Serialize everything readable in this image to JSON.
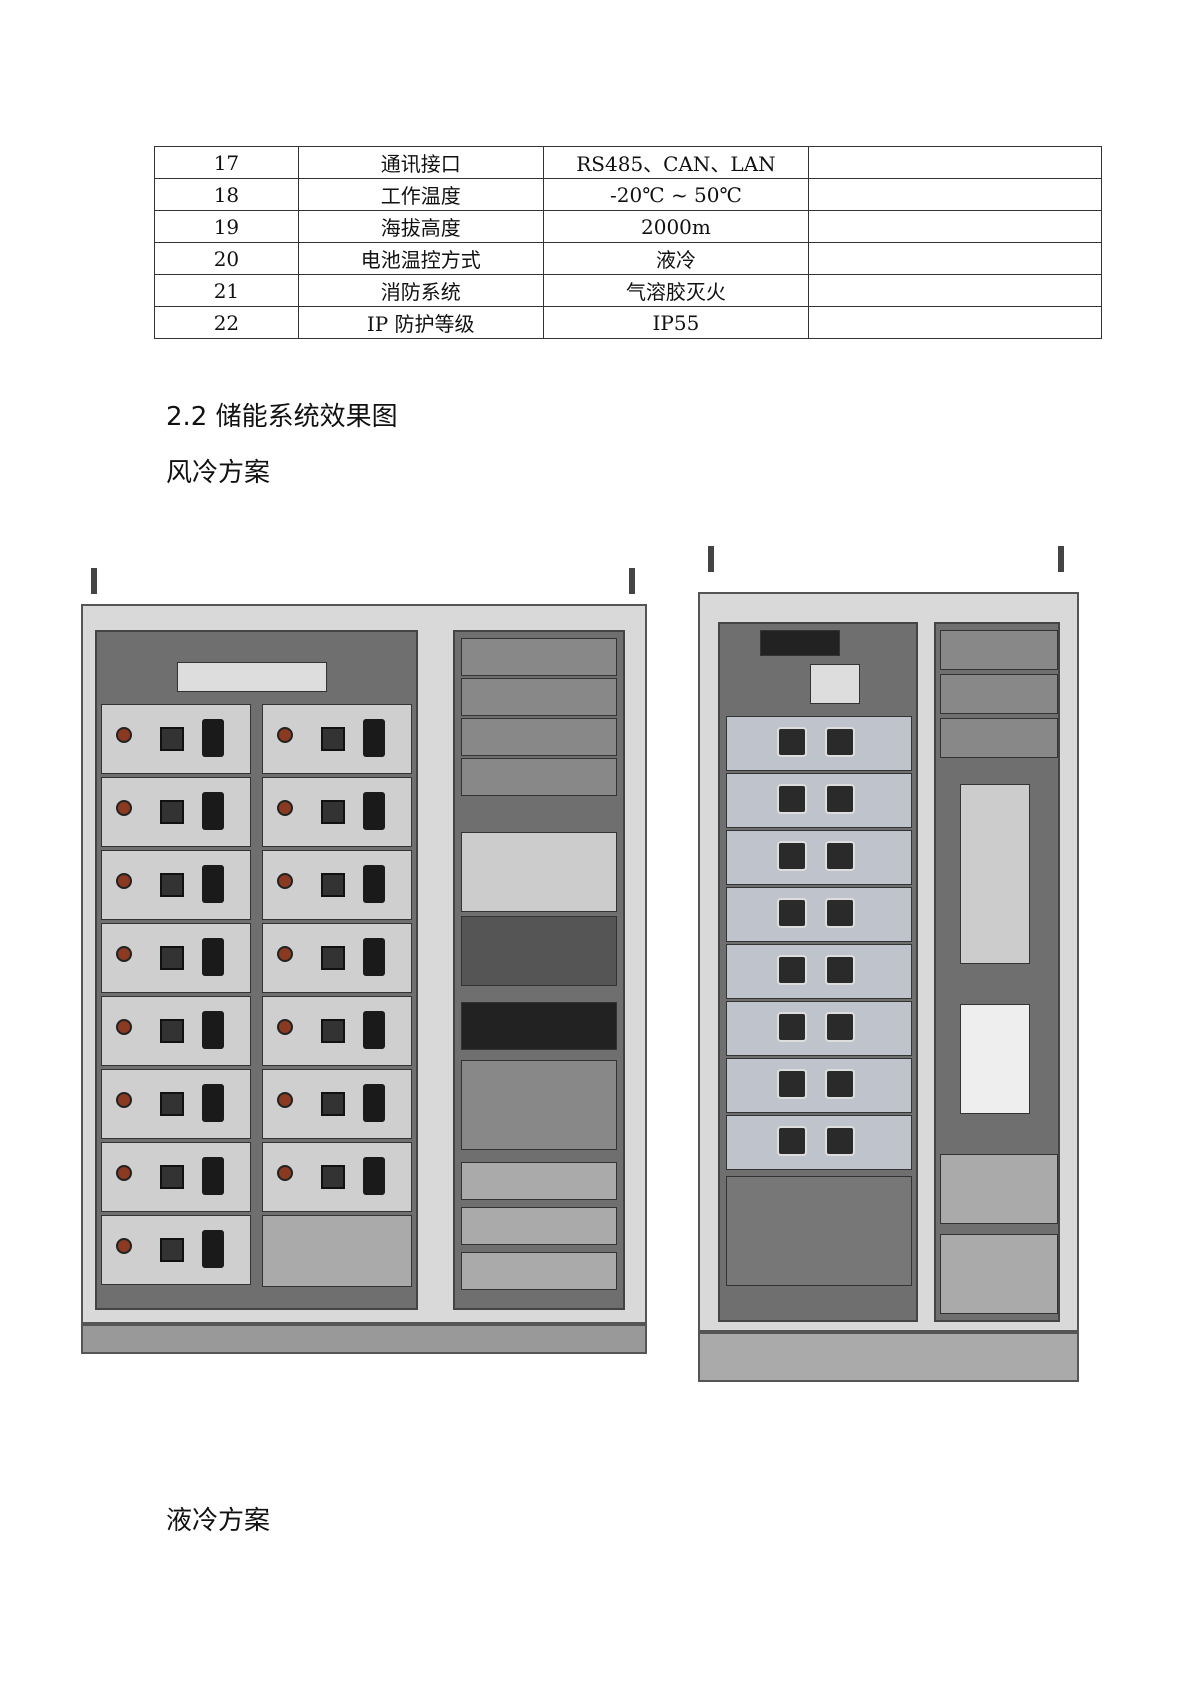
{
  "spec_table": {
    "rows": [
      {
        "no": "17",
        "item": "通讯接口",
        "value": "RS485、CAN、LAN",
        "note": ""
      },
      {
        "no": "18",
        "item": "工作温度",
        "value": "-20℃ ~ 50℃",
        "note": ""
      },
      {
        "no": "19",
        "item": "海拔高度",
        "value": "2000m",
        "note": ""
      },
      {
        "no": "20",
        "item": "电池温控方式",
        "value": "液冷",
        "note": ""
      },
      {
        "no": "21",
        "item": "消防系统",
        "value": "气溶胶灭火",
        "note": ""
      },
      {
        "no": "22",
        "item": "IP 防护等级",
        "value": "IP55",
        "note": ""
      }
    ]
  },
  "section_heading": "2.2 储能系统效果图",
  "air_cooling_label": "风冷方案",
  "liquid_cooling_label": "液冷方案"
}
